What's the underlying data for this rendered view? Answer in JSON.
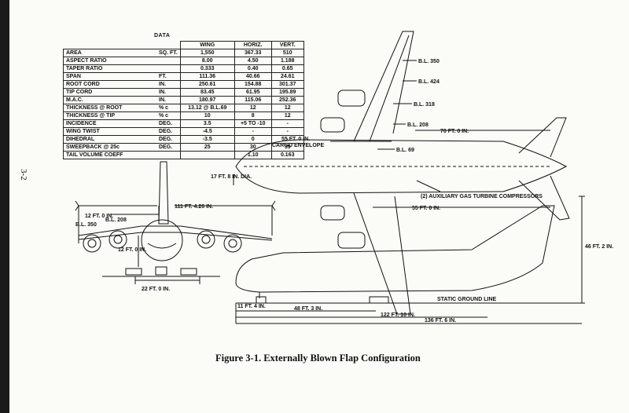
{
  "page_number": "3-2",
  "data_table": {
    "title": "DATA",
    "headers": [
      "WING",
      "HORIZ.",
      "VERT."
    ],
    "rows": [
      {
        "label": "AREA",
        "unit": "SQ. FT.",
        "wing": "1,550",
        "horiz": "367.33",
        "vert": "510"
      },
      {
        "label": "ASPECT RATIO",
        "unit": "",
        "wing": "8.00",
        "horiz": "4.50",
        "vert": "1.188"
      },
      {
        "label": "TAPER RATIO",
        "unit": "",
        "wing": "0.333",
        "horiz": "0.40",
        "vert": "0.65"
      },
      {
        "label": "SPAN",
        "unit": "FT.",
        "wing": "111.36",
        "horiz": "40.66",
        "vert": "24.61"
      },
      {
        "label": "ROOT CORD",
        "unit": "IN.",
        "wing": "250.61",
        "horiz": "154.88",
        "vert": "301.37"
      },
      {
        "label": "TIP CORD",
        "unit": "IN.",
        "wing": "83.45",
        "horiz": "61.95",
        "vert": "195.89"
      },
      {
        "label": "M.A.C.",
        "unit": "IN.",
        "wing": "180.97",
        "horiz": "115.06",
        "vert": "252.36"
      },
      {
        "label": "THICKNESS @ ROOT",
        "unit": "% c",
        "wing": "13.12 @ B.L.69",
        "horiz": "12",
        "vert": "12"
      },
      {
        "label": "THICKNESS @ TIP",
        "unit": "% c",
        "wing": "10",
        "horiz": "8",
        "vert": "12"
      },
      {
        "label": "INCIDENCE",
        "unit": "DEG.",
        "wing": "3.5",
        "horiz": "+5 TO -10",
        "vert": "-"
      },
      {
        "label": "WING TWIST",
        "unit": "DEG.",
        "wing": "-4.5",
        "horiz": "-",
        "vert": "-"
      },
      {
        "label": "DIHEDRAL",
        "unit": "DEG.",
        "wing": "-3.5",
        "horiz": "0",
        "vert": "-"
      },
      {
        "label": "SWEEPBACK @ 25c",
        "unit": "DEG.",
        "wing": "25",
        "horiz": "30",
        "vert": "39"
      },
      {
        "label": "TAIL VOLUME COEFF",
        "unit": "",
        "wing": "",
        "horiz": "1.10",
        "vert": "0.163"
      }
    ]
  },
  "front_view": {
    "span_dim": "111 FT. 4.26 IN.",
    "dim_12ft": "12 FT. 0 IN.",
    "bl350": "B.L. 350",
    "bl208": "B.L. 208",
    "height_dim": "12 FT. 0 IN.",
    "track_dim": "22 FT. 0 IN."
  },
  "plan_view": {
    "bl350": "B.L. 350",
    "bl424": "B.L. 424",
    "bl318": "B.L. 318",
    "bl208": "B.L. 208",
    "bl69": "B.L. 69",
    "tail_dim": "70 FT. 0 IN.",
    "cargo_dim": "55 FT. 0 IN.",
    "cargo_label": "CARGO ENVELOPE",
    "dia_dim": "17 FT. 8 IN. DIA.",
    "aux_label": "(2) AUXILIARY GAS TURBINE COMPRESSORS",
    "dim_55ft": "55 FT. 0 IN."
  },
  "side_view": {
    "height_dim": "46 FT. 2 IN.",
    "ground_label": "STATIC GROUND LINE",
    "ground_dim": "11 FT. 4 IN.",
    "dim_48ft": "48 FT. 3 IN.",
    "dim_122ft": "122 FT. 10 IN.",
    "dim_136ft": "136 FT. 6 IN."
  },
  "caption": "Figure 3-1.  Externally Blown Flap Configuration"
}
